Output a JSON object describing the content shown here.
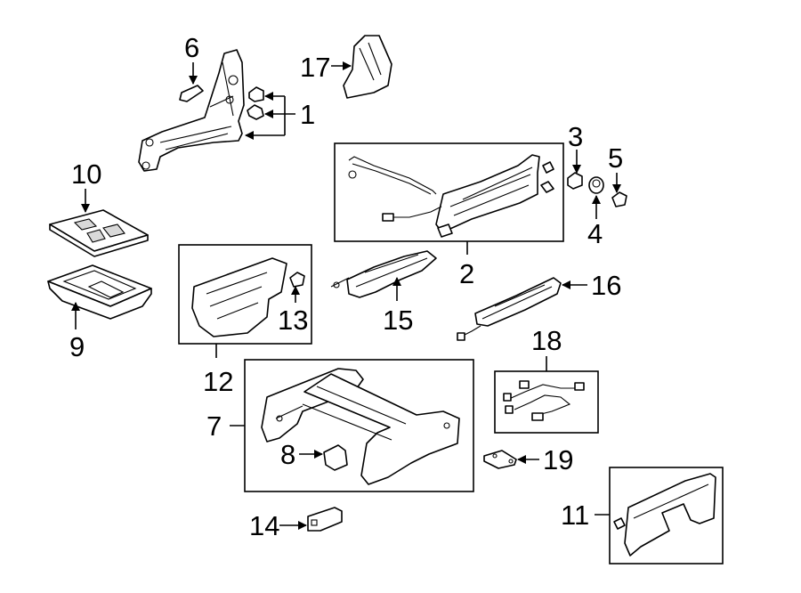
{
  "callouts": [
    {
      "id": "1",
      "text": "1"
    },
    {
      "id": "2",
      "text": "2"
    },
    {
      "id": "3",
      "text": "3"
    },
    {
      "id": "4",
      "text": "4"
    },
    {
      "id": "5",
      "text": "5"
    },
    {
      "id": "6",
      "text": "6"
    },
    {
      "id": "7",
      "text": "7"
    },
    {
      "id": "8",
      "text": "8"
    },
    {
      "id": "9",
      "text": "9"
    },
    {
      "id": "10",
      "text": "10"
    },
    {
      "id": "11",
      "text": "11"
    },
    {
      "id": "12",
      "text": "12"
    },
    {
      "id": "13",
      "text": "13"
    },
    {
      "id": "14",
      "text": "14"
    },
    {
      "id": "15",
      "text": "15"
    },
    {
      "id": "16",
      "text": "16"
    },
    {
      "id": "17",
      "text": "17"
    },
    {
      "id": "18",
      "text": "18"
    },
    {
      "id": "19",
      "text": "19"
    }
  ]
}
